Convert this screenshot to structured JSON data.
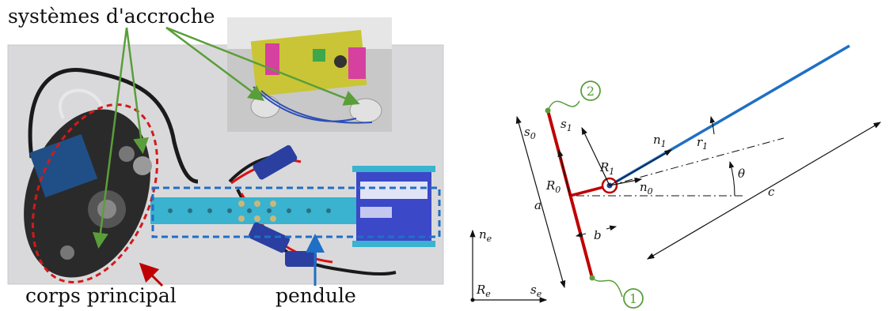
{
  "photo": {
    "label_top": "systèmes d'accroche",
    "label_body": "corps principal",
    "label_pendulum": "pendule"
  },
  "schematic": {
    "a": "a",
    "b": "b",
    "c": "c",
    "theta": "θ",
    "s0": "s",
    "s0_sub": "0",
    "s1": "s",
    "s1_sub": "1",
    "n0": "n",
    "n0_sub": "0",
    "n1": "n",
    "n1_sub": "1",
    "r1": "r",
    "r1_sub": "1",
    "R0": "R",
    "R0_sub": "0",
    "R1": "R",
    "R1_sub": "1",
    "ne": "n",
    "ne_sub": "e",
    "se": "s",
    "se_sub": "e",
    "Re": "R",
    "Re_sub": "e",
    "marker1": "1",
    "marker2": "2"
  },
  "colors": {
    "red": "#c00000",
    "blue": "#1f6fc5",
    "green": "#5a9e3a"
  }
}
